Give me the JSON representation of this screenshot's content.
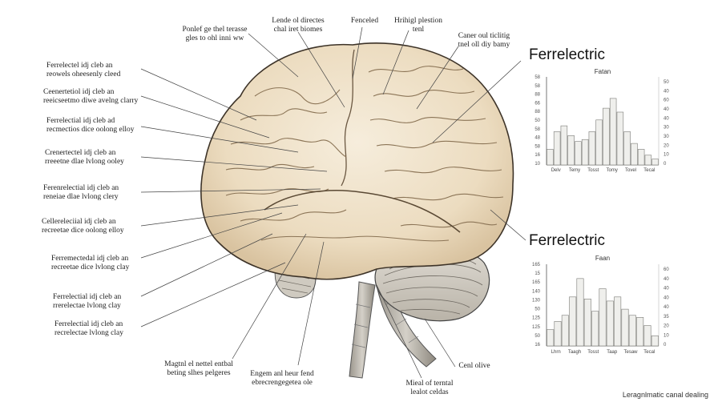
{
  "labels": {
    "top": [
      {
        "l1": "Ponlef ge thel terasse",
        "l2": "gles to ohl inni ww"
      },
      {
        "l1": "Lende ol directes",
        "l2": "chal iret biomes"
      },
      {
        "l1": "Fenceled",
        "l2": ""
      },
      {
        "l1": "Hrihigl plestion",
        "l2": "tenl"
      },
      {
        "l1": "Caner oul ticlitig",
        "l2": "tnel oll diy bamy"
      }
    ],
    "left": [
      {
        "l1": "Ferrelectel idj cleb an",
        "l2": "reowels oheesenly cleed"
      },
      {
        "l1": "Ceenertetiol idj cleb an",
        "l2": "reeicseetmo diwe avelng clarry"
      },
      {
        "l1": "Ferrelectial idj cleb ad",
        "l2": "recmectios dice oolong elloy"
      },
      {
        "l1": "Crenertectel idj cleb an",
        "l2": "rreeetne dlae lvlong ooley"
      },
      {
        "l1": "Ferenrelectial idj cleb an",
        "l2": "reneiae dlae lvlong clery"
      },
      {
        "l1": "Cellereleciial idj cleb an",
        "l2": "recreetae dice oolong elloy"
      },
      {
        "l1": "Ferremectedal idj cleb an",
        "l2": "recreetae dice lvlong clay"
      },
      {
        "l1": "Ferrelectial idj cleb an",
        "l2": "rrerelectae lvlong clay"
      },
      {
        "l1": "Ferrelectial idj cleb an",
        "l2": "recrelectae lvlong clay"
      }
    ],
    "bottom": [
      {
        "l1": "Magtnl el nettel entbal",
        "l2": "beting slhes pelgeres"
      },
      {
        "l1": "Engem anl heur fend",
        "l2": "ebrecrengegetea ole"
      },
      {
        "l1": "Mieal of terntal",
        "l2": "lealot celdas"
      },
      {
        "l1": "Cenl olive",
        "l2": ""
      }
    ]
  },
  "chart_data": [
    {
      "type": "bar",
      "title": "Ferrelectric",
      "subtitle": "Fatan",
      "categories": [
        "Delv",
        "Temy",
        "Tosst",
        "Tomy",
        "Tovel",
        "Tecal"
      ],
      "values": [
        16,
        34,
        40,
        30,
        24,
        26,
        34,
        46,
        58,
        68,
        54,
        34,
        22,
        16,
        10,
        6
      ],
      "left_ticks": [
        "58",
        "58",
        "88",
        "66",
        "88",
        "50",
        "58",
        "48",
        "58",
        "16",
        "10"
      ],
      "right_ticks": [
        "50",
        "40",
        "60",
        "40",
        "40",
        "30",
        "30",
        "20",
        "10",
        "0"
      ],
      "ylim": [
        0,
        90
      ],
      "grid": false
    },
    {
      "type": "bar",
      "title": "Ferrelectric",
      "subtitle": "Faan",
      "categories": [
        "Lhrn",
        "Taagh",
        "Tosst",
        "Taap",
        "Tesaw",
        "Tecal"
      ],
      "values": [
        16,
        24,
        30,
        48,
        66,
        46,
        34,
        56,
        44,
        48,
        36,
        30,
        28,
        20,
        10
      ],
      "left_ticks": [
        "165",
        "15",
        "165",
        "140",
        "130",
        "50",
        "125",
        "125",
        "50",
        "16"
      ],
      "right_ticks": [
        "60",
        "40",
        "40",
        "40",
        "40",
        "35",
        "20",
        "10",
        "0"
      ],
      "ylim": [
        0,
        80
      ],
      "grid": false
    }
  ],
  "credit": "Leragnlmatic canal dealing"
}
